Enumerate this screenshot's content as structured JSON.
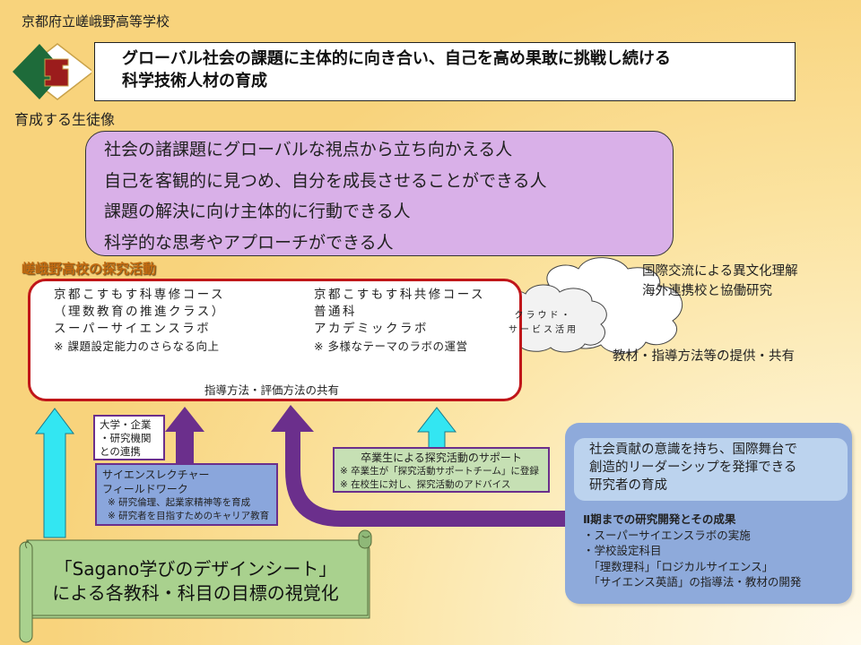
{
  "header": {
    "school_name": "京都府立嵯峨野高等学校",
    "mission_line1": "グローバル社会の課題に主体的に向き合い、自己を高め果敢に挑戦し続ける",
    "mission_line2": "科学技術人材の育成"
  },
  "logo": {
    "icon": "school-emblem-icon",
    "colors": {
      "green": "#1e6b3a",
      "red": "#9b1c1c",
      "white": "#ffffff"
    }
  },
  "students": {
    "label": "育成する生徒像",
    "items": [
      "社会の諸課題にグローバルな視点から立ち向かえる人",
      "自己を客観的に見つめ、自分を成長させることができる人",
      "課題の解決に向け主体的に行動できる人",
      "科学的な思考やアプローチができる人"
    ]
  },
  "inquiry": {
    "label": "嵯峨野高校の探究活動",
    "left_course": {
      "line1": "京都こすもす科専修コース",
      "line2": "（理数教育の推進クラス）",
      "line3": "スーパーサイエンスラボ",
      "note": "※ 課題設定能力のさらなる向上"
    },
    "right_course": {
      "line1": "京都こすもす科共修コース",
      "line2": "普通科",
      "line3": "アカデミックラボ",
      "note": "※ 多様なテーマのラボの運営"
    },
    "share_label": "指導方法・評価方法の共有"
  },
  "cloud": {
    "line1": "クラウド・",
    "line2": "サービス活用",
    "intl_line1": "国際交流による異文化理解",
    "intl_line2": "海外連携校と協働研究",
    "materials": "教材・指導方法等の提供・共有"
  },
  "partners": {
    "univ_line1": "大学・企業",
    "univ_line2": "・研究機関",
    "univ_line3": "との連携",
    "lecture_line1": "サイエンスレクチャー",
    "lecture_line2": "フィールドワーク",
    "lecture_note1": "※  研究倫理、起業家精神等を育成",
    "lecture_note2": "※  研究者を目指すためのキャリア教育"
  },
  "alumni": {
    "title": "卒業生による探究活動のサポート",
    "note1": "※  卒業生が「探究活動サポートチーム」に登録",
    "note2": "※  在校生に対し、探究活動のアドバイス"
  },
  "goal": {
    "line1": "社会貢献の意識を持ち、国際舞台で",
    "line2": "創造的リーダーシップを発揮できる",
    "line3": "研究者の育成",
    "results_heading": "Ⅱ期までの研究開発とその成果",
    "result1": "・スーパーサイエンスラボの実施",
    "result2": "・学校設定科目",
    "result3": "　「理数理科」「ロジカルサイエンス」",
    "result4": "　「サイエンス英語」の指導法・教材の開発"
  },
  "scroll": {
    "line1": "「Sagano学びのデザインシート」",
    "line2": "による各教科・科目の目標の視覚化"
  },
  "colors": {
    "cyan_arrow": "#33e6f2",
    "purple_arrow": "#6b2f8c",
    "red_border": "#c0161a",
    "students_bg": "#d9b0e8",
    "scroll_bg": "#a9d18e"
  }
}
